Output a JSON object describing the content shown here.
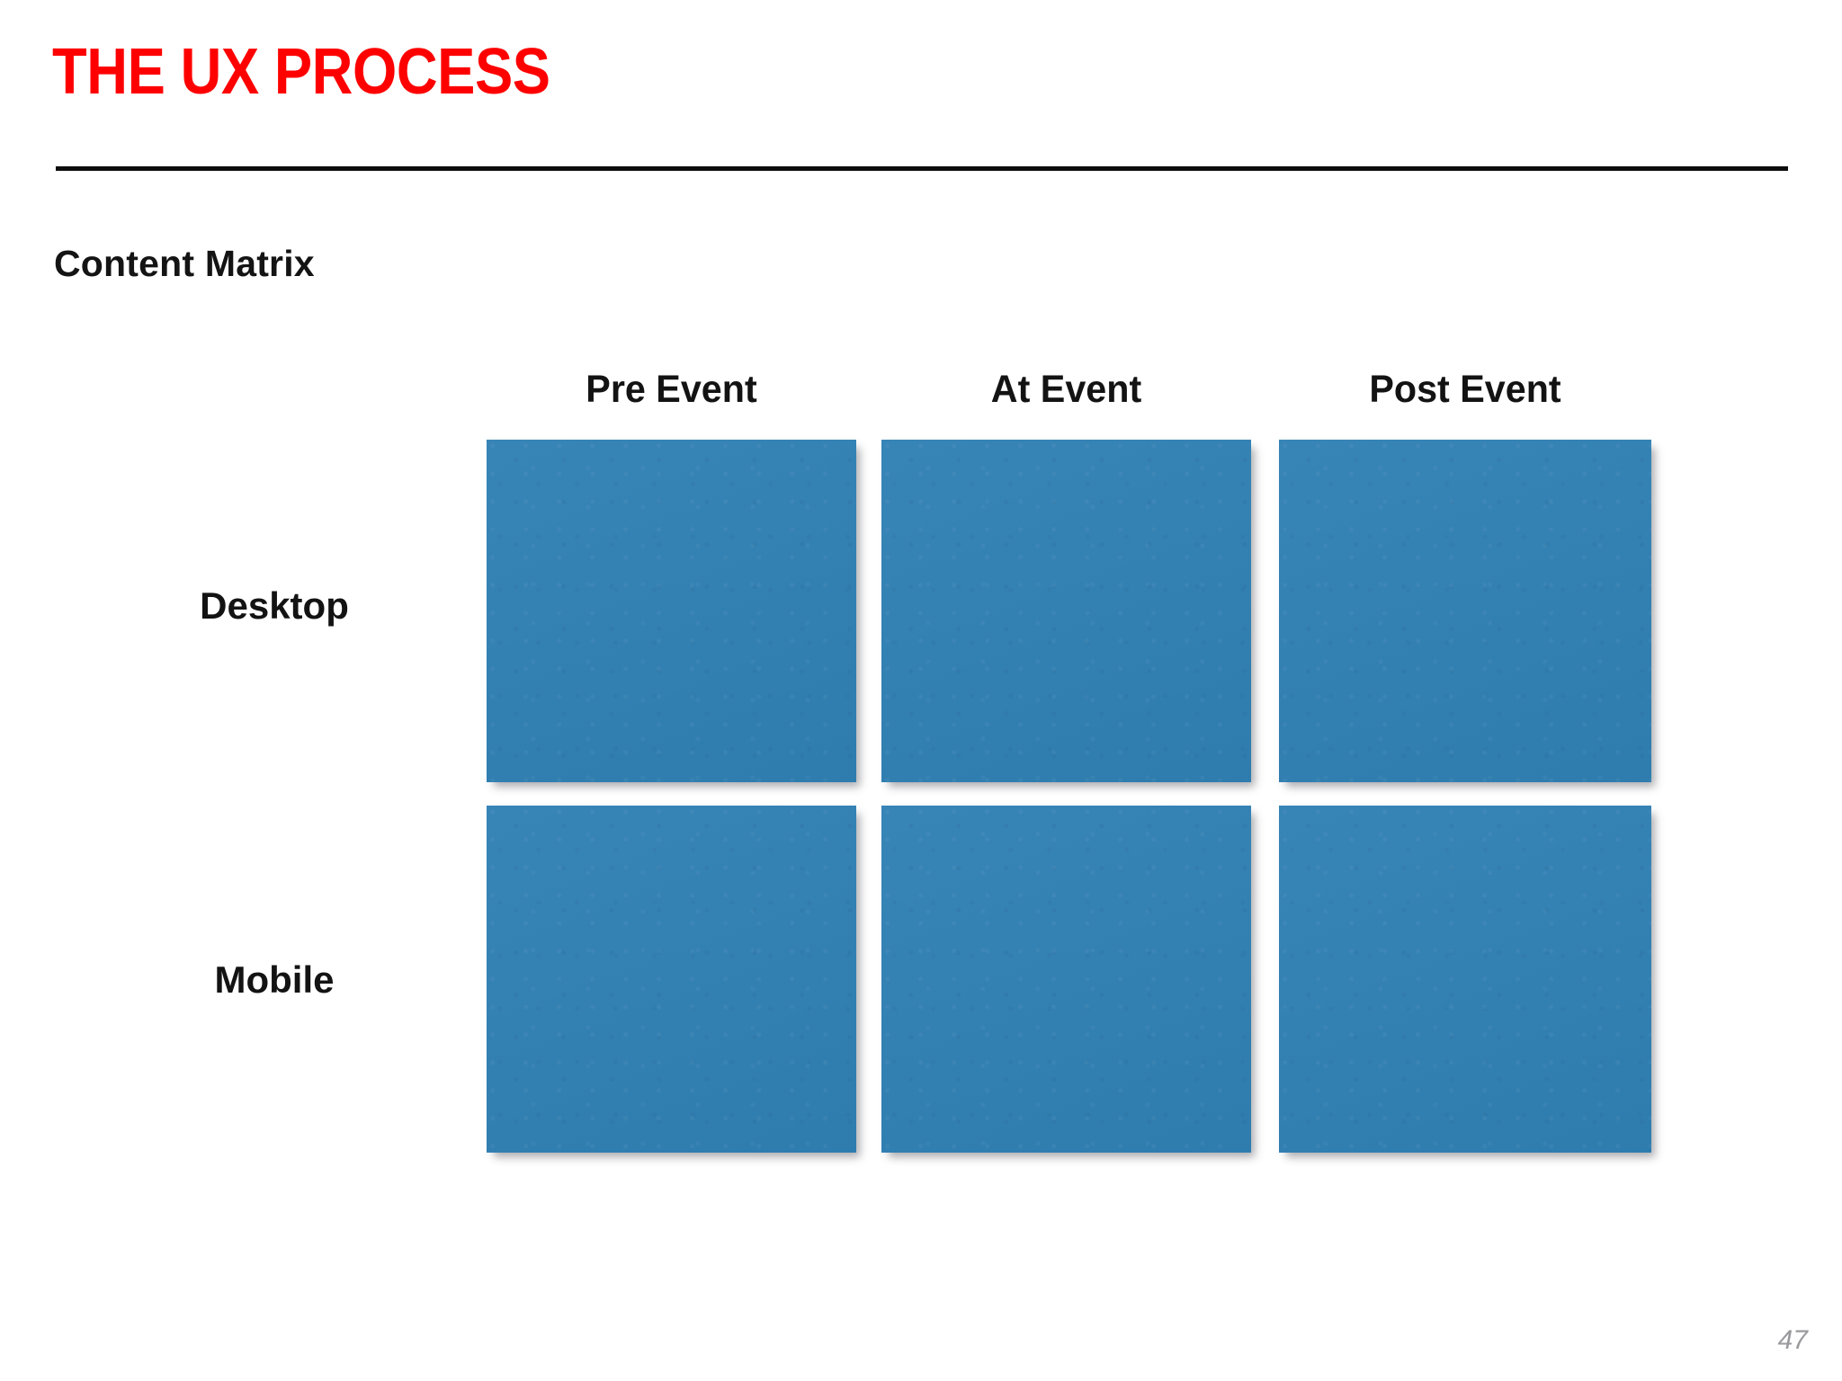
{
  "slide": {
    "title": "THE UX PROCESS",
    "section_heading": "Content Matrix",
    "page_number": "47",
    "colors": {
      "title_red": "#fe0000",
      "rule_black": "#0d0d0d",
      "cell_blue": "#3080b4",
      "text_black": "#131313",
      "page_number_gray": "#9a9a9e",
      "background": "#ffffff"
    }
  },
  "matrix": {
    "column_headers": [
      "Pre Event",
      "At Event",
      "Post Event"
    ],
    "row_labels": [
      "Desktop",
      "Mobile"
    ],
    "cells": [
      [
        {
          "row": "Desktop",
          "column": "Pre Event",
          "content": ""
        },
        {
          "row": "Desktop",
          "column": "At Event",
          "content": ""
        },
        {
          "row": "Desktop",
          "column": "Post Event",
          "content": ""
        }
      ],
      [
        {
          "row": "Mobile",
          "column": "Pre Event",
          "content": ""
        },
        {
          "row": "Mobile",
          "column": "At Event",
          "content": ""
        },
        {
          "row": "Mobile",
          "column": "Post Event",
          "content": ""
        }
      ]
    ]
  }
}
